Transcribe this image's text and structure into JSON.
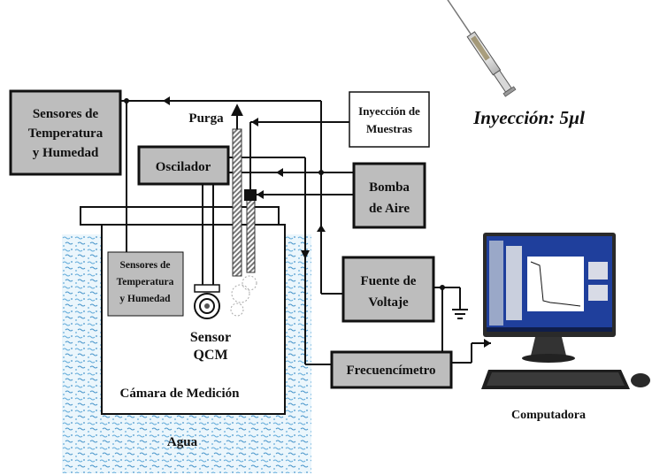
{
  "components": {
    "sensors_top": [
      "Sensores de",
      "Temperatura",
      "y Humedad"
    ],
    "sensors_inner": [
      "Sensores de",
      "Temperatura",
      "y Humedad"
    ],
    "oscillator": "Oscilador",
    "injection_box": [
      "Inyección de",
      "Muestras"
    ],
    "pump": [
      "Bomba",
      "de Aire"
    ],
    "voltage_source": [
      "Fuente de",
      "Voltaje"
    ],
    "frequency_meter": "Frecuencímetro",
    "sensor_qcm": [
      "Sensor",
      "QCM"
    ],
    "chamber": "Cámara de Medición",
    "water": "Agua",
    "purge": "Purga",
    "injection_volume": "Inyección: 5µl",
    "computer": "Computadora"
  },
  "colors": {
    "box_fill": "#bdbdbd",
    "water": "#5aa7d8",
    "screen_blue": "#1f3f9c",
    "monitor": "#2a2a2a"
  },
  "icons": [
    "syringe-icon",
    "computer-monitor-icon",
    "keyboard-icon",
    "mouse-icon",
    "ground-icon",
    "qcm-sensor-icon"
  ]
}
